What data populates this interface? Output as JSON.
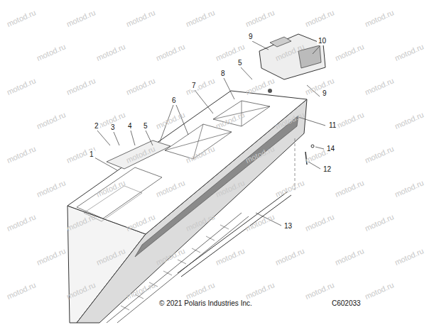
{
  "diagram": {
    "caption": "© 2021 Polaris Industries Inc.",
    "labels": [
      "1",
      "2",
      "3",
      "4",
      "5",
      "6",
      "7",
      "8",
      "5",
      "9",
      "10",
      "9",
      "11",
      "14",
      "12",
      "13",
      "C602033",
      "motod.ru",
      "motod.ru",
      "motod.ru",
      "motod.ru",
      "motod.ru",
      "motod.ru",
      "motod.ru",
      "motod.ru",
      "motod.ru",
      "motod.ru",
      "motod.ru",
      "motod.ru",
      "motod.ru",
      "motod.ru",
      "motod.ru",
      "motod.ru",
      "motod.ru",
      "motod.ru",
      "motod.ru",
      "motod.ru",
      "motod.ru",
      "motod.ru",
      "motod.ru",
      "motod.ru",
      "motod.ru",
      "motod.ru",
      "motod.ru",
      "motod.ru",
      "motod.ru",
      "motod.ru",
      "motod.ru",
      "motod.ru",
      "motod.ru",
      "motod.ru",
      "motod.ru",
      "motod.ru",
      "motod.ru",
      "motod.ru",
      "motod.ru",
      "motod.ru",
      "motod.ru",
      "motod.ru",
      "motod.ru",
      "motod.ru",
      "motod.ru",
      "motod.ru",
      "motod.ru",
      "motod.ru",
      "motod.ru",
      "motod.ru",
      "motod.ru",
      "motod.ru",
      "motod.ru",
      "motod.ru",
      "motod.ru",
      "motod.ru",
      "motod.ru",
      "motod.ru",
      "motod.ru",
      "motod.ru",
      "motod.ru",
      "motod.ru",
      "motod.ru"
    ]
  }
}
